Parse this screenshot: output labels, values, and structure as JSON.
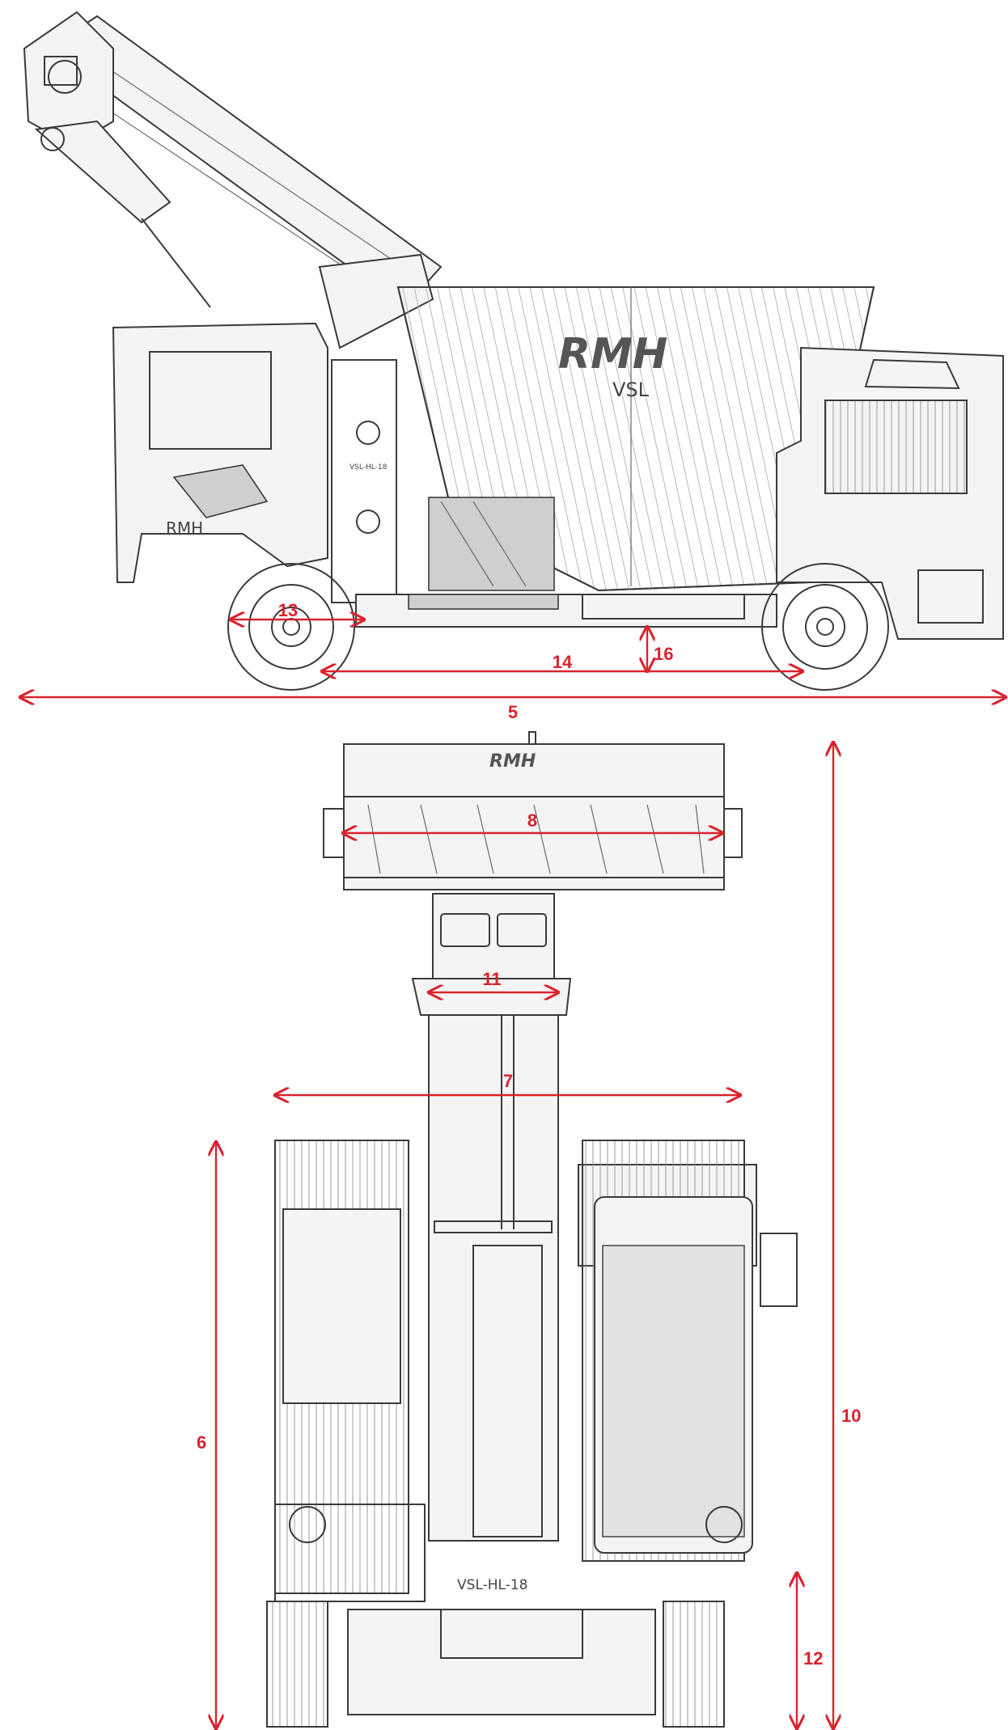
{
  "labels": {
    "brand_logo_text": "RMH",
    "side_model_text": "VSL",
    "cab_door_logo": "RMH",
    "side_plate_text": "VSL-HL-18",
    "rear_model_text": "VSL-HL-18"
  },
  "dimensions": [
    {
      "id": "dim-13",
      "label": "13"
    },
    {
      "id": "dim-14",
      "label": "14"
    },
    {
      "id": "dim-16",
      "label": "16"
    },
    {
      "id": "dim-5",
      "label": "5"
    },
    {
      "id": "dim-8",
      "label": "8"
    },
    {
      "id": "dim-11",
      "label": "11"
    },
    {
      "id": "dim-7",
      "label": "7"
    },
    {
      "id": "dim-6",
      "label": "6"
    },
    {
      "id": "dim-10",
      "label": "10"
    },
    {
      "id": "dim-12",
      "label": "12"
    }
  ],
  "colors": {
    "dimension": "#d9232e",
    "linework": "#3a3a3a"
  }
}
